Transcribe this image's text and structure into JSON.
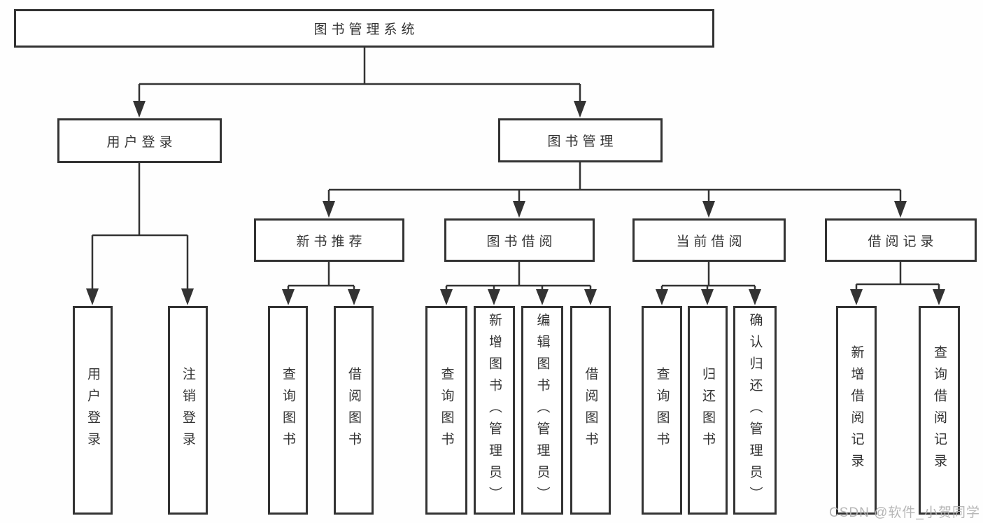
{
  "diagram": {
    "kind": "hierarchy-tree",
    "watermark": "CSDN @软件_小贺同学",
    "colors": {
      "line": "#333333",
      "box_border": "#333333",
      "text": "#333333",
      "background": "#fefefe",
      "watermark": "#b2b2b2"
    },
    "tree": {
      "label": "图书管理系统",
      "children": [
        {
          "label": "用户登录",
          "children": [
            {
              "label": "用户登录"
            },
            {
              "label": "注销登录"
            }
          ]
        },
        {
          "label": "图书管理",
          "children": [
            {
              "label": "新书推荐",
              "children": [
                {
                  "label": "查询图书"
                },
                {
                  "label": "借阅图书"
                }
              ]
            },
            {
              "label": "图书借阅",
              "children": [
                {
                  "label": "查询图书"
                },
                {
                  "label": "新增图书（管理员）"
                },
                {
                  "label": "编辑图书（管理员）"
                },
                {
                  "label": "借阅图书"
                }
              ]
            },
            {
              "label": "当前借阅",
              "children": [
                {
                  "label": "查询图书"
                },
                {
                  "label": "归还图书"
                },
                {
                  "label": "确认归还（管理员）"
                }
              ]
            },
            {
              "label": "借阅记录",
              "children": [
                {
                  "label": "新增借阅记录"
                },
                {
                  "label": "查询借阅记录"
                }
              ]
            }
          ]
        }
      ]
    }
  }
}
